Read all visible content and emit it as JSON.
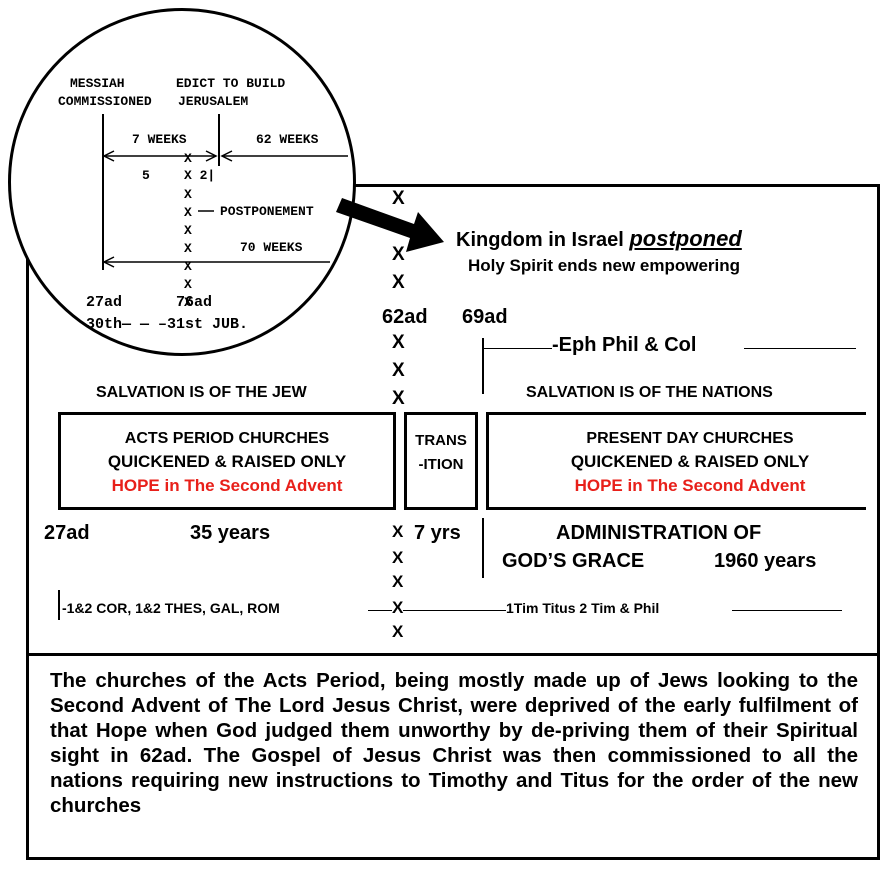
{
  "circle": {
    "messiah": "MESSIAH",
    "commissioned": "COMMISSIONED",
    "edict1": "EDICT TO BUILD",
    "edict2": "JERUSALEM",
    "seven_weeks": "7 WEEKS",
    "sixtytwo_weeks": "62 WEEKS",
    "num5": "5",
    "x2": "X 2|",
    "postponement": "POSTPONEMENT",
    "seventy_weeks": "70 WEEKS",
    "ad27": "27ad",
    "ad76": "76ad",
    "jub": "30th— — –31st JUB."
  },
  "arrow_text": {
    "kingdom": "Kingdom in Israel ",
    "postponed": "postponed",
    "holy_spirit": "Holy Spirit ends new empowering"
  },
  "timeline": {
    "ad62": "62ad",
    "ad69": "69ad",
    "epistles_top": "-Eph  Phil  &  Col",
    "salvation_jew": "SALVATION IS OF THE JEW",
    "salvation_nations": "SALVATION IS OF THE NATIONS",
    "ad27": "27ad",
    "years35": "35 years",
    "yrs7": "7 yrs",
    "administration": "ADMINISTRATION OF",
    "gods_grace": "GOD’S GRACE",
    "years1960": "1960 years",
    "bottom_left": "-1&2 COR, 1&2 THES, GAL, ROM",
    "bottom_right": "1Tim  Titus  2 Tim  &  Phil",
    "x": "X"
  },
  "acts_box": {
    "line1": "ACTS PERIOD CHURCHES",
    "line2": "QUICKENED & RAISED ONLY",
    "hope": "HOPE in The Second Advent"
  },
  "transition_box": {
    "line1": "TRANS",
    "line2": "-ITION"
  },
  "present_box": {
    "line1": "PRESENT DAY CHURCHES",
    "line2": "QUICKENED & RAISED ONLY",
    "hope": "HOPE in The Second Advent"
  },
  "caption": "The churches of the Acts Period, being mostly made up of Jews looking to the Second Advent of The Lord Jesus Christ, were deprived of the early fulfilment of that Hope when God judged them unworthy by de-priving them of their Spiritual sight in 62ad. The Gospel of Jesus Christ was then commissioned to all the nations requiring new instructions to Timothy and Titus for the order of the new churches",
  "colors": {
    "red": "#e8201a",
    "ink": "#000000"
  }
}
